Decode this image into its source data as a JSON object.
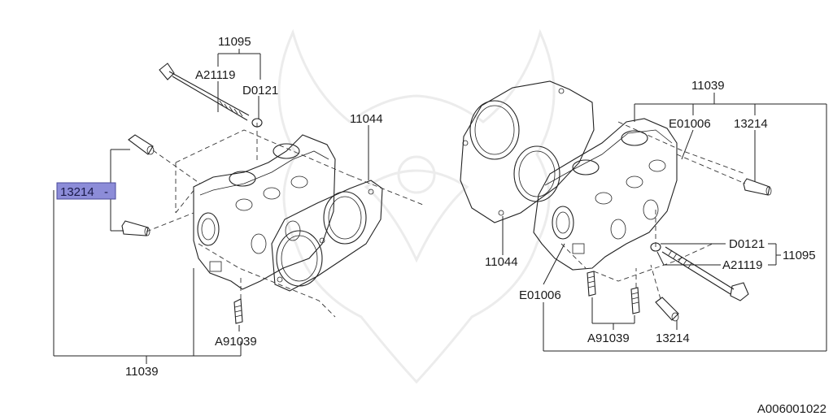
{
  "callouts": {
    "left_top_assembly": "11095",
    "left_washer": "A21119",
    "left_bolt": "D0121",
    "left_gasket": "11044",
    "left_dowel_highlighted": "13214",
    "left_stud": "A91039",
    "left_head": "11039",
    "right_head": "11039",
    "right_e_part": "E01006",
    "right_dowel_top": "13214",
    "right_gasket": "11044",
    "right_d_part": "D0121",
    "right_a_part": "A21119",
    "right_assembly": "11095",
    "right_e_part_lower": "E01006",
    "right_stud": "A91039",
    "right_dowel_bottom": "13214"
  },
  "diagram_id": "A006001022",
  "highlight_color": "#8c8cd8"
}
